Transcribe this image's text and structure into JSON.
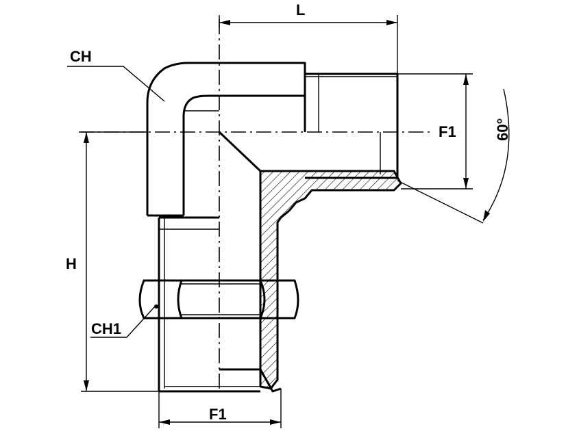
{
  "drawing": {
    "labels": {
      "length": "L",
      "height": "H",
      "wrench_body": "CH",
      "wrench_nut": "CH1",
      "thread_side": "F1",
      "thread_bottom": "F1",
      "cone_angle": "60°"
    }
  }
}
